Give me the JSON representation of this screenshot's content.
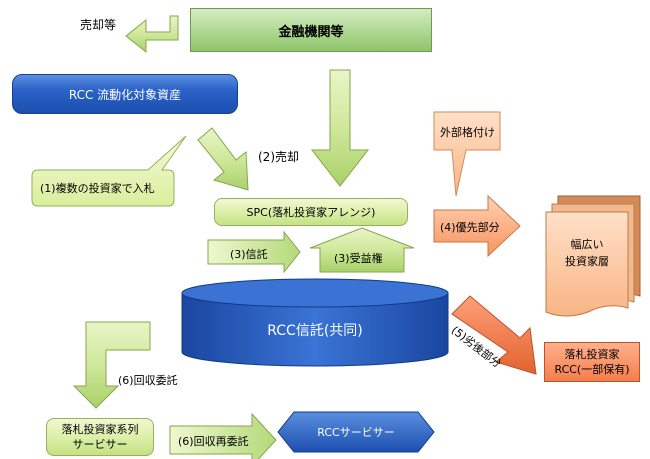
{
  "top": {
    "sale_label": "売却等",
    "financial_institutions": "金融機関等"
  },
  "rcc_assets": "RCC 流動化対象資産",
  "callout_bid": "(1)複数の投資家で入札",
  "sale2_label": "(2)売却",
  "spc": "SPC(落札投資家アレンジ)",
  "trust_label": "(3)信託",
  "beneficiary_label": "(3)受益権",
  "rcc_trust": "RCC信託(共同)",
  "external_rating": "外部格付け",
  "senior_label": "(4)優先部分",
  "investors_wide": [
    "幅広い",
    "投資家層"
  ],
  "subordinate_label": "(5)劣後部分",
  "winning_investor_rcc": [
    "落札投資家",
    "RCC(一部保有)"
  ],
  "collection_label": "(6)回収委託",
  "affiliated_servicer": [
    "落札投資家系列",
    "サービサー"
  ],
  "recollection_label": "(6)回収再委託",
  "rcc_servicer": "RCCサービサー"
}
